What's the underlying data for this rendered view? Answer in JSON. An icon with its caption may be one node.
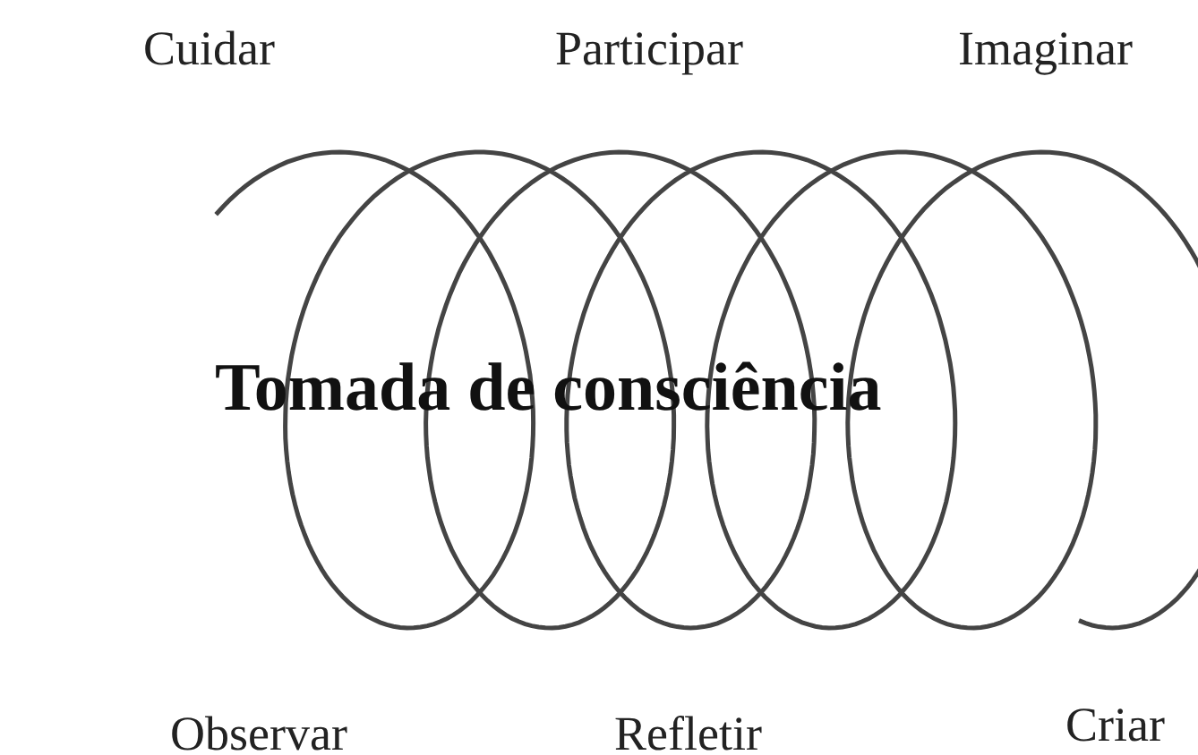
{
  "diagram": {
    "labels": [
      "Cuidar",
      "Participar",
      "Imaginar",
      "Tomada de consciência",
      "Observar",
      "Refletir",
      "Criar"
    ]
  }
}
